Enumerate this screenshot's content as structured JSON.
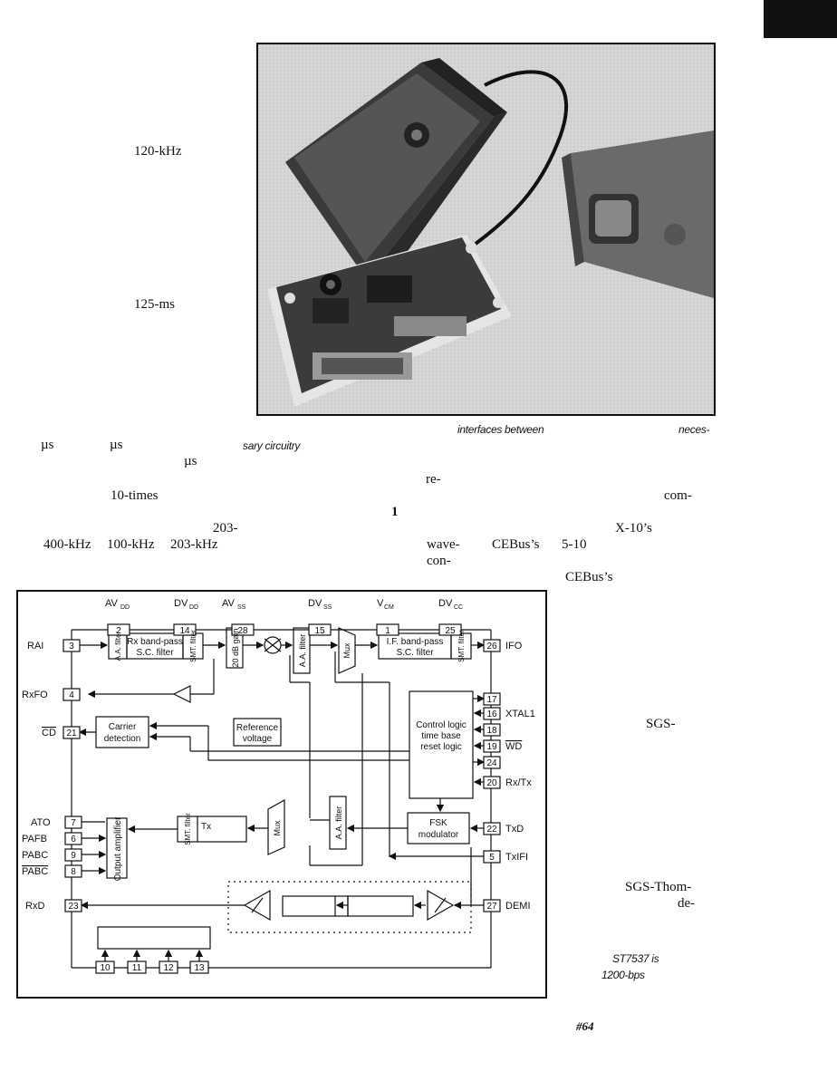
{
  "margin_fragments": {
    "f120khz": "120-kHz",
    "f125ms": "125-ms",
    "us1": "µs",
    "us2": "µs",
    "us3": "µs",
    "times10": "10-times",
    "n203": "203-",
    "f400": "400-kHz",
    "f100": "100-kHz",
    "f203": "203-kHz"
  },
  "caption_fragments": {
    "c1": "interfaces between",
    "c2": "neces-",
    "c3": "sary circuitry"
  },
  "right_fragments": {
    "re": "re-",
    "com": "com-",
    "one": "1",
    "x10": "X-10’s",
    "wave": "wave-",
    "cebus1": "CEBus’s",
    "n510": "5-10",
    "con": "con-",
    "cebus2": "CEBus’s",
    "sgs": "SGS-",
    "sgsthom": "SGS-Thom-",
    "de": "de-",
    "st7537": "ST7537 is",
    "bps": "1200-bps",
    "page": "#64"
  },
  "diagram": {
    "supply_pins": [
      {
        "name": "AV",
        "sub": "DD",
        "num": "2"
      },
      {
        "name": "DV",
        "sub": "DD",
        "num": "14"
      },
      {
        "name": "AV",
        "sub": "SS",
        "num": "28"
      },
      {
        "name": "DV",
        "sub": "SS",
        "num": "15"
      },
      {
        "name": "V",
        "sub": "CM",
        "num": "1"
      },
      {
        "name": "DV",
        "sub": "CC",
        "num": "25"
      }
    ],
    "left_pins": [
      {
        "label": "RAI",
        "num": "3"
      },
      {
        "label": "RxFO",
        "num": "4"
      },
      {
        "label": "CD",
        "num": "21"
      },
      {
        "label": "ATO",
        "num": "7"
      },
      {
        "label": "PAFB",
        "num": "6"
      },
      {
        "label": "PABC",
        "num": "9"
      },
      {
        "label": "PABC",
        "num": "8"
      },
      {
        "label": "RxD",
        "num": "23"
      }
    ],
    "right_pins": [
      {
        "label": "IFO",
        "num": "26"
      },
      {
        "label": "",
        "num": "17"
      },
      {
        "label": "XTAL1",
        "num": "16"
      },
      {
        "label": "",
        "num": "18"
      },
      {
        "label": "WD",
        "num": "19"
      },
      {
        "label": "",
        "num": "24"
      },
      {
        "label": "Rx/Tx",
        "num": "20"
      },
      {
        "label": "TxD",
        "num": "22"
      },
      {
        "label": "TxIFI",
        "num": "5"
      },
      {
        "label": "DEMI",
        "num": "27"
      }
    ],
    "bottom_pins": [
      "10",
      "11",
      "12",
      "13"
    ],
    "blocks": {
      "aa_filter_1": "A.A. filter",
      "rx_bandpass_1": "Rx band-pass",
      "rx_bandpass_2": "S.C. filter",
      "smt_filter_1": "SMT. filter",
      "gain": "20 dB gain",
      "aa_filter_2": "A.A. filter",
      "mux_1": "Mux",
      "if_bandpass_1": "I.F. band-pass",
      "if_bandpass_2": "S.C. filter",
      "smt_filter_2": "SMT. filter",
      "carrier_1": "Carrier",
      "carrier_2": "detection",
      "ref_1": "Reference",
      "ref_2": "voltage",
      "control_1": "Control logic",
      "control_2": "time base",
      "control_3": "reset logic",
      "output_amp": "Output amplifier",
      "smt_filter_3": "SMT. filter",
      "tx": "Tx",
      "mux_2": "Mux",
      "aa_filter_3": "A.A. filter",
      "fsk_1": "FSK",
      "fsk_2": "modulator"
    }
  }
}
